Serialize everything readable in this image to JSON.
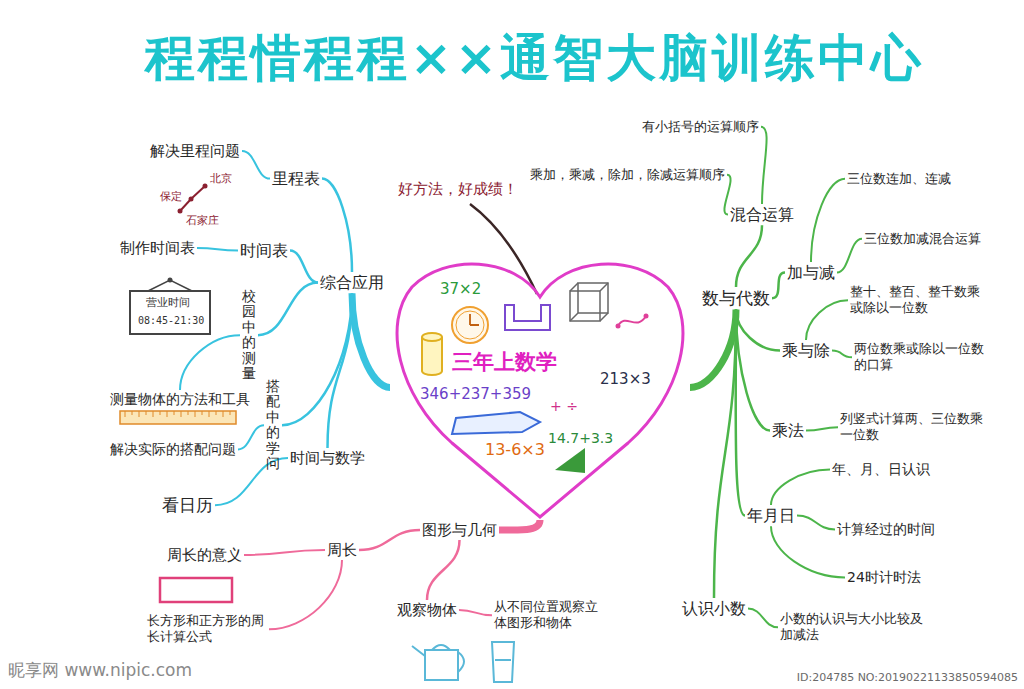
{
  "diagram": {
    "title": "程程惜程程××通智大脑训练中心",
    "nodes": [
      {
        "text": [
          "三年上数学"
        ]
      },
      {
        "text": [
          "综合应用"
        ]
      },
      {
        "text": [
          "里程表"
        ]
      },
      {
        "text": [
          "解决里程问题"
        ]
      },
      {
        "text": [
          "时间表"
        ]
      },
      {
        "text": [
          "制作时间表"
        ]
      },
      {
        "text": [
          "校园中的测量"
        ]
      },
      {
        "text": [
          "测量物体的方法和工具"
        ]
      },
      {
        "text": [
          "搭配中的学问"
        ]
      },
      {
        "text": [
          "解决实际的搭配问题"
        ]
      },
      {
        "text": [
          "时间与数学"
        ]
      },
      {
        "text": [
          "看日历"
        ]
      },
      {
        "text": [
          "数与代数"
        ]
      },
      {
        "text": [
          "混合运算"
        ]
      },
      {
        "text": [
          "乘加，乘减，除加，除减运算顺序"
        ]
      },
      {
        "text": [
          "有小括号的运算顺序"
        ]
      },
      {
        "text": [
          "加与减"
        ]
      },
      {
        "text": [
          "三位数连加、连减"
        ]
      },
      {
        "text": [
          "三位数加减混合运算"
        ]
      },
      {
        "text": [
          "乘与除"
        ]
      },
      {
        "text": [
          "整十、整百、整千数乘或除以一位数"
        ]
      },
      {
        "text": [
          "两位数乘或除以一位数的口算"
        ]
      },
      {
        "text": [
          "乘法"
        ]
      },
      {
        "text": [
          "列竖式计算两、三位数乘一位数"
        ]
      },
      {
        "text": [
          "年月日"
        ]
      },
      {
        "text": [
          "年、月、日认识"
        ]
      },
      {
        "text": [
          "计算经过的时间"
        ]
      },
      {
        "text": [
          "24时计时法"
        ]
      },
      {
        "text": [
          "认识小数"
        ]
      },
      {
        "text": [
          "小数的认识与大小比较及加减法"
        ]
      },
      {
        "text": [
          "图形与几何"
        ]
      },
      {
        "text": [
          "周长"
        ]
      },
      {
        "text": [
          "周长的意义"
        ]
      },
      {
        "text": [
          "长方形和正方形的周长计算公式"
        ]
      },
      {
        "text": [
          "观察物体"
        ]
      },
      {
        "text": [
          "从不同位置观察立体图形和物体"
        ]
      }
    ],
    "edges": [
      {
        "from": 0,
        "to": 1,
        "arrow": "none"
      },
      {
        "from": 1,
        "to": 2,
        "arrow": "none"
      },
      {
        "from": 2,
        "to": 3,
        "arrow": "none"
      },
      {
        "from": 1,
        "to": 4,
        "arrow": "none"
      },
      {
        "from": 4,
        "to": 5,
        "arrow": "none"
      },
      {
        "from": 1,
        "to": 6,
        "arrow": "none"
      },
      {
        "from": 6,
        "to": 7,
        "arrow": "none"
      },
      {
        "from": 1,
        "to": 8,
        "arrow": "none"
      },
      {
        "from": 8,
        "to": 9,
        "arrow": "none"
      },
      {
        "from": 1,
        "to": 10,
        "arrow": "none"
      },
      {
        "from": 10,
        "to": 11,
        "arrow": "none"
      },
      {
        "from": 0,
        "to": 12,
        "arrow": "none"
      },
      {
        "from": 12,
        "to": 13,
        "arrow": "none"
      },
      {
        "from": 13,
        "to": 14,
        "arrow": "none"
      },
      {
        "from": 13,
        "to": 15,
        "arrow": "none"
      },
      {
        "from": 12,
        "to": 16,
        "arrow": "none"
      },
      {
        "from": 16,
        "to": 17,
        "arrow": "none"
      },
      {
        "from": 16,
        "to": 18,
        "arrow": "none"
      },
      {
        "from": 12,
        "to": 19,
        "arrow": "none"
      },
      {
        "from": 19,
        "to": 20,
        "arrow": "none"
      },
      {
        "from": 19,
        "to": 21,
        "arrow": "none"
      },
      {
        "from": 12,
        "to": 22,
        "arrow": "none"
      },
      {
        "from": 22,
        "to": 23,
        "arrow": "none"
      },
      {
        "from": 12,
        "to": 24,
        "arrow": "none"
      },
      {
        "from": 24,
        "to": 25,
        "arrow": "none"
      },
      {
        "from": 24,
        "to": 26,
        "arrow": "none"
      },
      {
        "from": 24,
        "to": 27,
        "arrow": "none"
      },
      {
        "from": 12,
        "to": 28,
        "arrow": "none"
      },
      {
        "from": 28,
        "to": 29,
        "arrow": "none"
      },
      {
        "from": 0,
        "to": 30,
        "arrow": "none"
      },
      {
        "from": 30,
        "to": 31,
        "arrow": "none"
      },
      {
        "from": 31,
        "to": 32,
        "arrow": "none"
      },
      {
        "from": 31,
        "to": 33,
        "arrow": "none"
      },
      {
        "from": 30,
        "to": 34,
        "arrow": "none"
      },
      {
        "from": 34,
        "to": 35,
        "arrow": "none"
      }
    ],
    "labels": [
      "好方法，好成绩！",
      "37×2",
      "346+237+359",
      "213×3",
      "+ ÷",
      "13-6×3",
      "14.7+3.3",
      "保定",
      "北京",
      "石家庄",
      "营业时间",
      "08:45-21:30",
      "昵享网 www.nipic.com",
      "ID:204785 NO:20190221133850594085"
    ]
  }
}
